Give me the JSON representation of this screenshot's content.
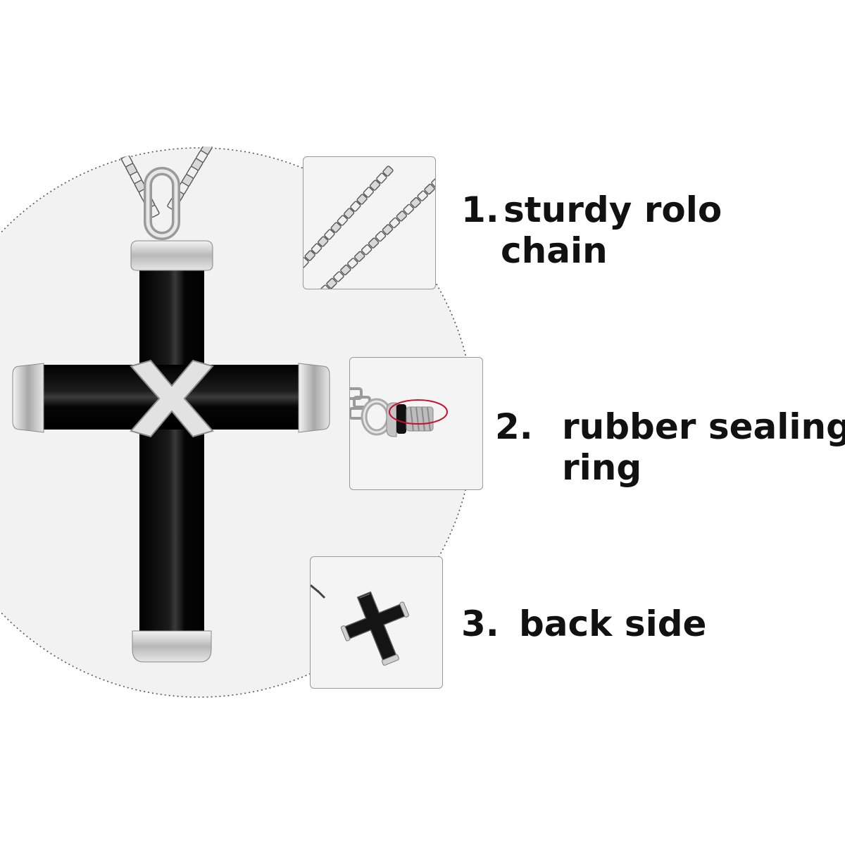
{
  "features": [
    {
      "number": "1.",
      "line1": "sturdy rolo",
      "line2": "chain",
      "image": "rolo-chain-closeup"
    },
    {
      "number": "2.",
      "line1": "rubber sealing",
      "line2": "ring",
      "image": "screw-cap-with-rubber-ring"
    },
    {
      "number": "3.",
      "line1": "back side",
      "line2": "",
      "image": "cross-pendant-back"
    }
  ],
  "product": {
    "image": "black-cross-urn-pendant"
  },
  "colors": {
    "cross_black": "#0a0a0a",
    "steel": "#c8c8c8",
    "highlight_ring": "#c8102e",
    "circle_bg": "#f2f2f2",
    "text": "#111111"
  }
}
